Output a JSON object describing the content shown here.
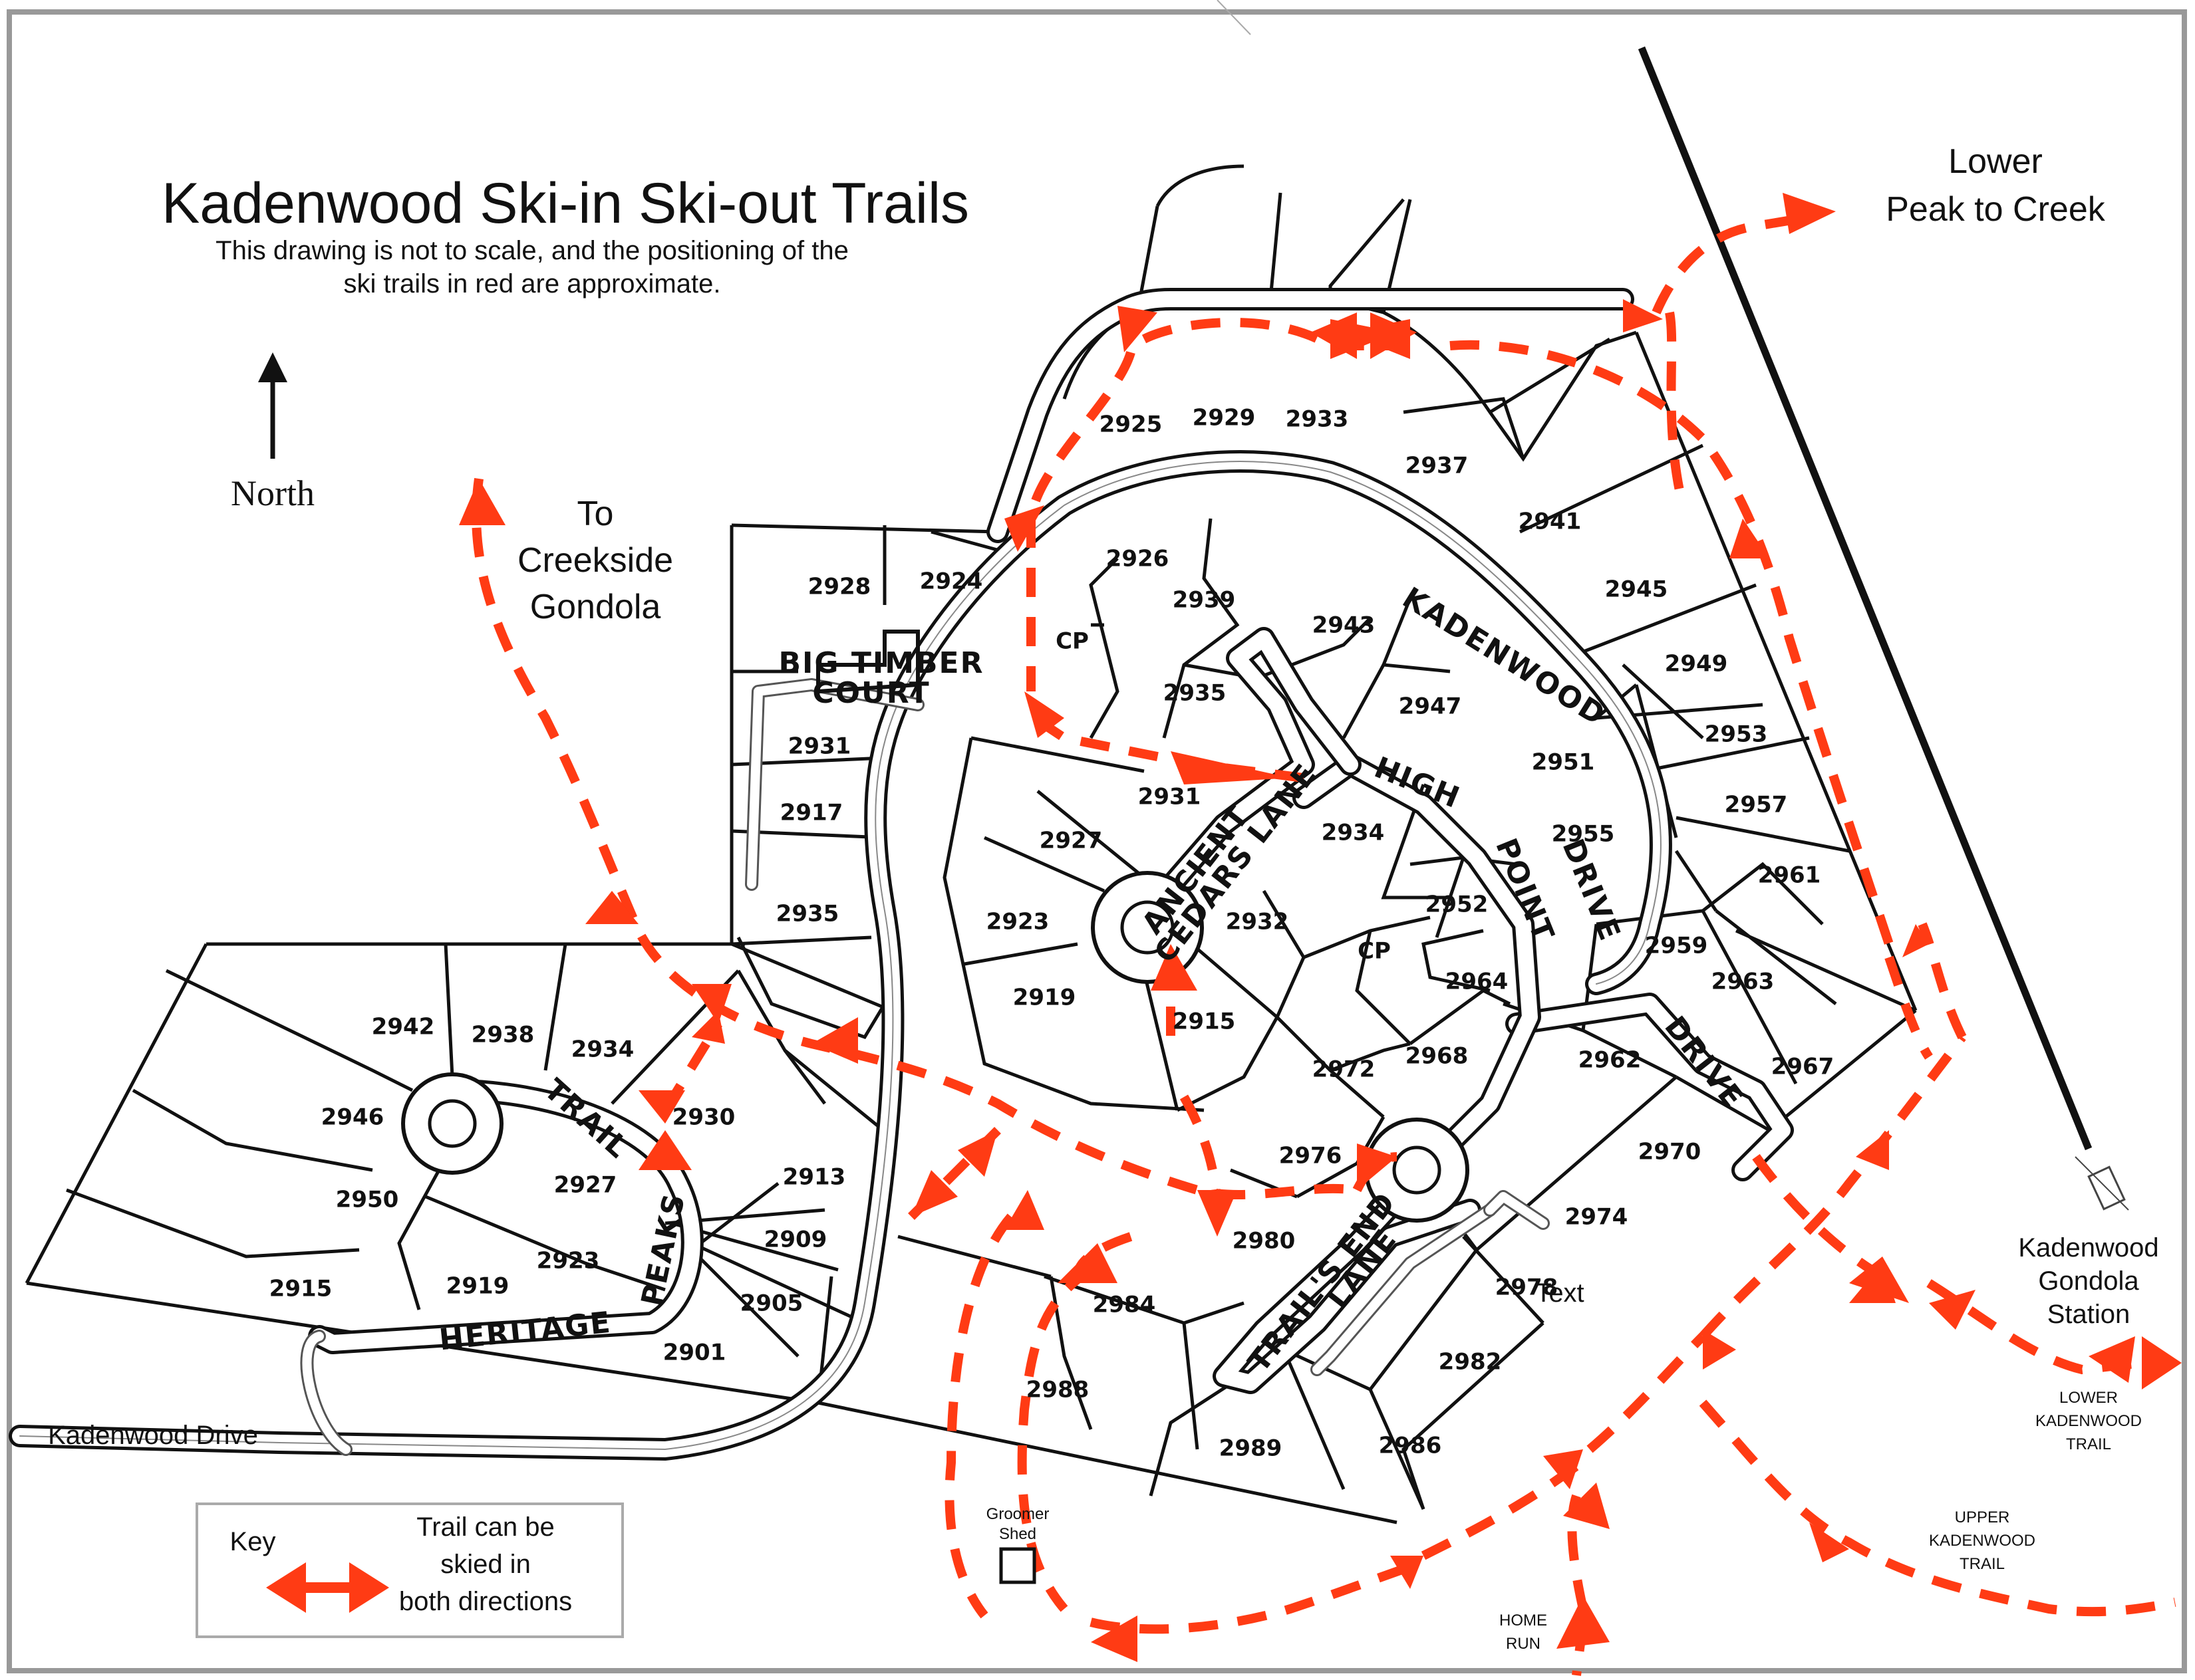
{
  "title": "Kadenwood Ski-in Ski-out Trails",
  "subtitle_line1": "This drawing is not to scale, and the positioning of the",
  "subtitle_line2": "ski trails in red are approximate.",
  "north_label": "North",
  "colors": {
    "trail": "#ff3b14",
    "ink": "#111111",
    "border": "#888888"
  },
  "destinations": {
    "creekside": [
      "To",
      "Creekside",
      "Gondola"
    ],
    "lower_peak": [
      "Lower",
      "Peak to Creek"
    ],
    "gondola_station": [
      "Kadenwood",
      "Gondola",
      "Station"
    ],
    "lower_trail": [
      "LOWER",
      "KADENWOOD",
      "TRAIL"
    ],
    "upper_trail": [
      "UPPER",
      "KADENWOOD",
      "TRAIL"
    ],
    "home_run": [
      "HOME",
      "RUN"
    ],
    "groomer": [
      "Groomer",
      "Shed"
    ]
  },
  "roads": {
    "kadenwood_drive": "Kadenwood Drive",
    "kadenwood": "KADENWOOD",
    "drive_upper": "DRIVE",
    "drive_lower": "DRIVE",
    "high": "HIGH",
    "point": "POINT",
    "ancient": "ANCIENT",
    "cedars_lane": "CEDARS LANE",
    "big_timber": "BIG TIMBER",
    "court": "COURT",
    "trail": "TRAIL",
    "peaks": "PEAKS",
    "heritage": "HERITAGE",
    "trails_end": "TRAIL'S END",
    "lane": "LANE"
  },
  "stray_text": "Text",
  "key": {
    "title": "Key",
    "line1": "Trail can be",
    "line2": "skied in",
    "line3": "both directions"
  },
  "lots": {
    "2925": "2925",
    "2929": "2929",
    "2933": "2933",
    "2937": "2937",
    "2941": "2941",
    "2945": "2945",
    "2949": "2949",
    "2953": "2953",
    "2957": "2957",
    "2961": "2961",
    "2959": "2959",
    "2963": "2963",
    "2967": "2967",
    "2962": "2962",
    "2970": "2970",
    "2974": "2974",
    "2978": "2978",
    "2982": "2982",
    "2986": "2986",
    "2989": "2989",
    "2988": "2988",
    "2984": "2984",
    "2980": "2980",
    "2976": "2976",
    "2972": "2972",
    "2968": "2968",
    "2964": "2964",
    "cp_east": "CP",
    "2952": "2952",
    "2955": "2955",
    "2951": "2951",
    "2947": "2947",
    "2943": "2943",
    "2939": "2939",
    "2926": "2926",
    "cp_north": "CP",
    "2935_n": "2935",
    "2931_n": "2931",
    "2934_c": "2934",
    "2932": "2932",
    "2915_c": "2915",
    "2919_c": "2919",
    "2923_c": "2923",
    "2927_c": "2927",
    "2928": "2928",
    "2924": "2924",
    "2931_w": "2931",
    "2917": "2917",
    "2935_w": "2935",
    "2942": "2942",
    "2938": "2938",
    "2934_w": "2934",
    "2946": "2946",
    "2930": "2930",
    "2950": "2950",
    "2927_w": "2927",
    "2913": "2913",
    "2923_w": "2923",
    "2909": "2909",
    "2919_w": "2919",
    "2915_w": "2915",
    "2905": "2905",
    "2901": "2901"
  }
}
